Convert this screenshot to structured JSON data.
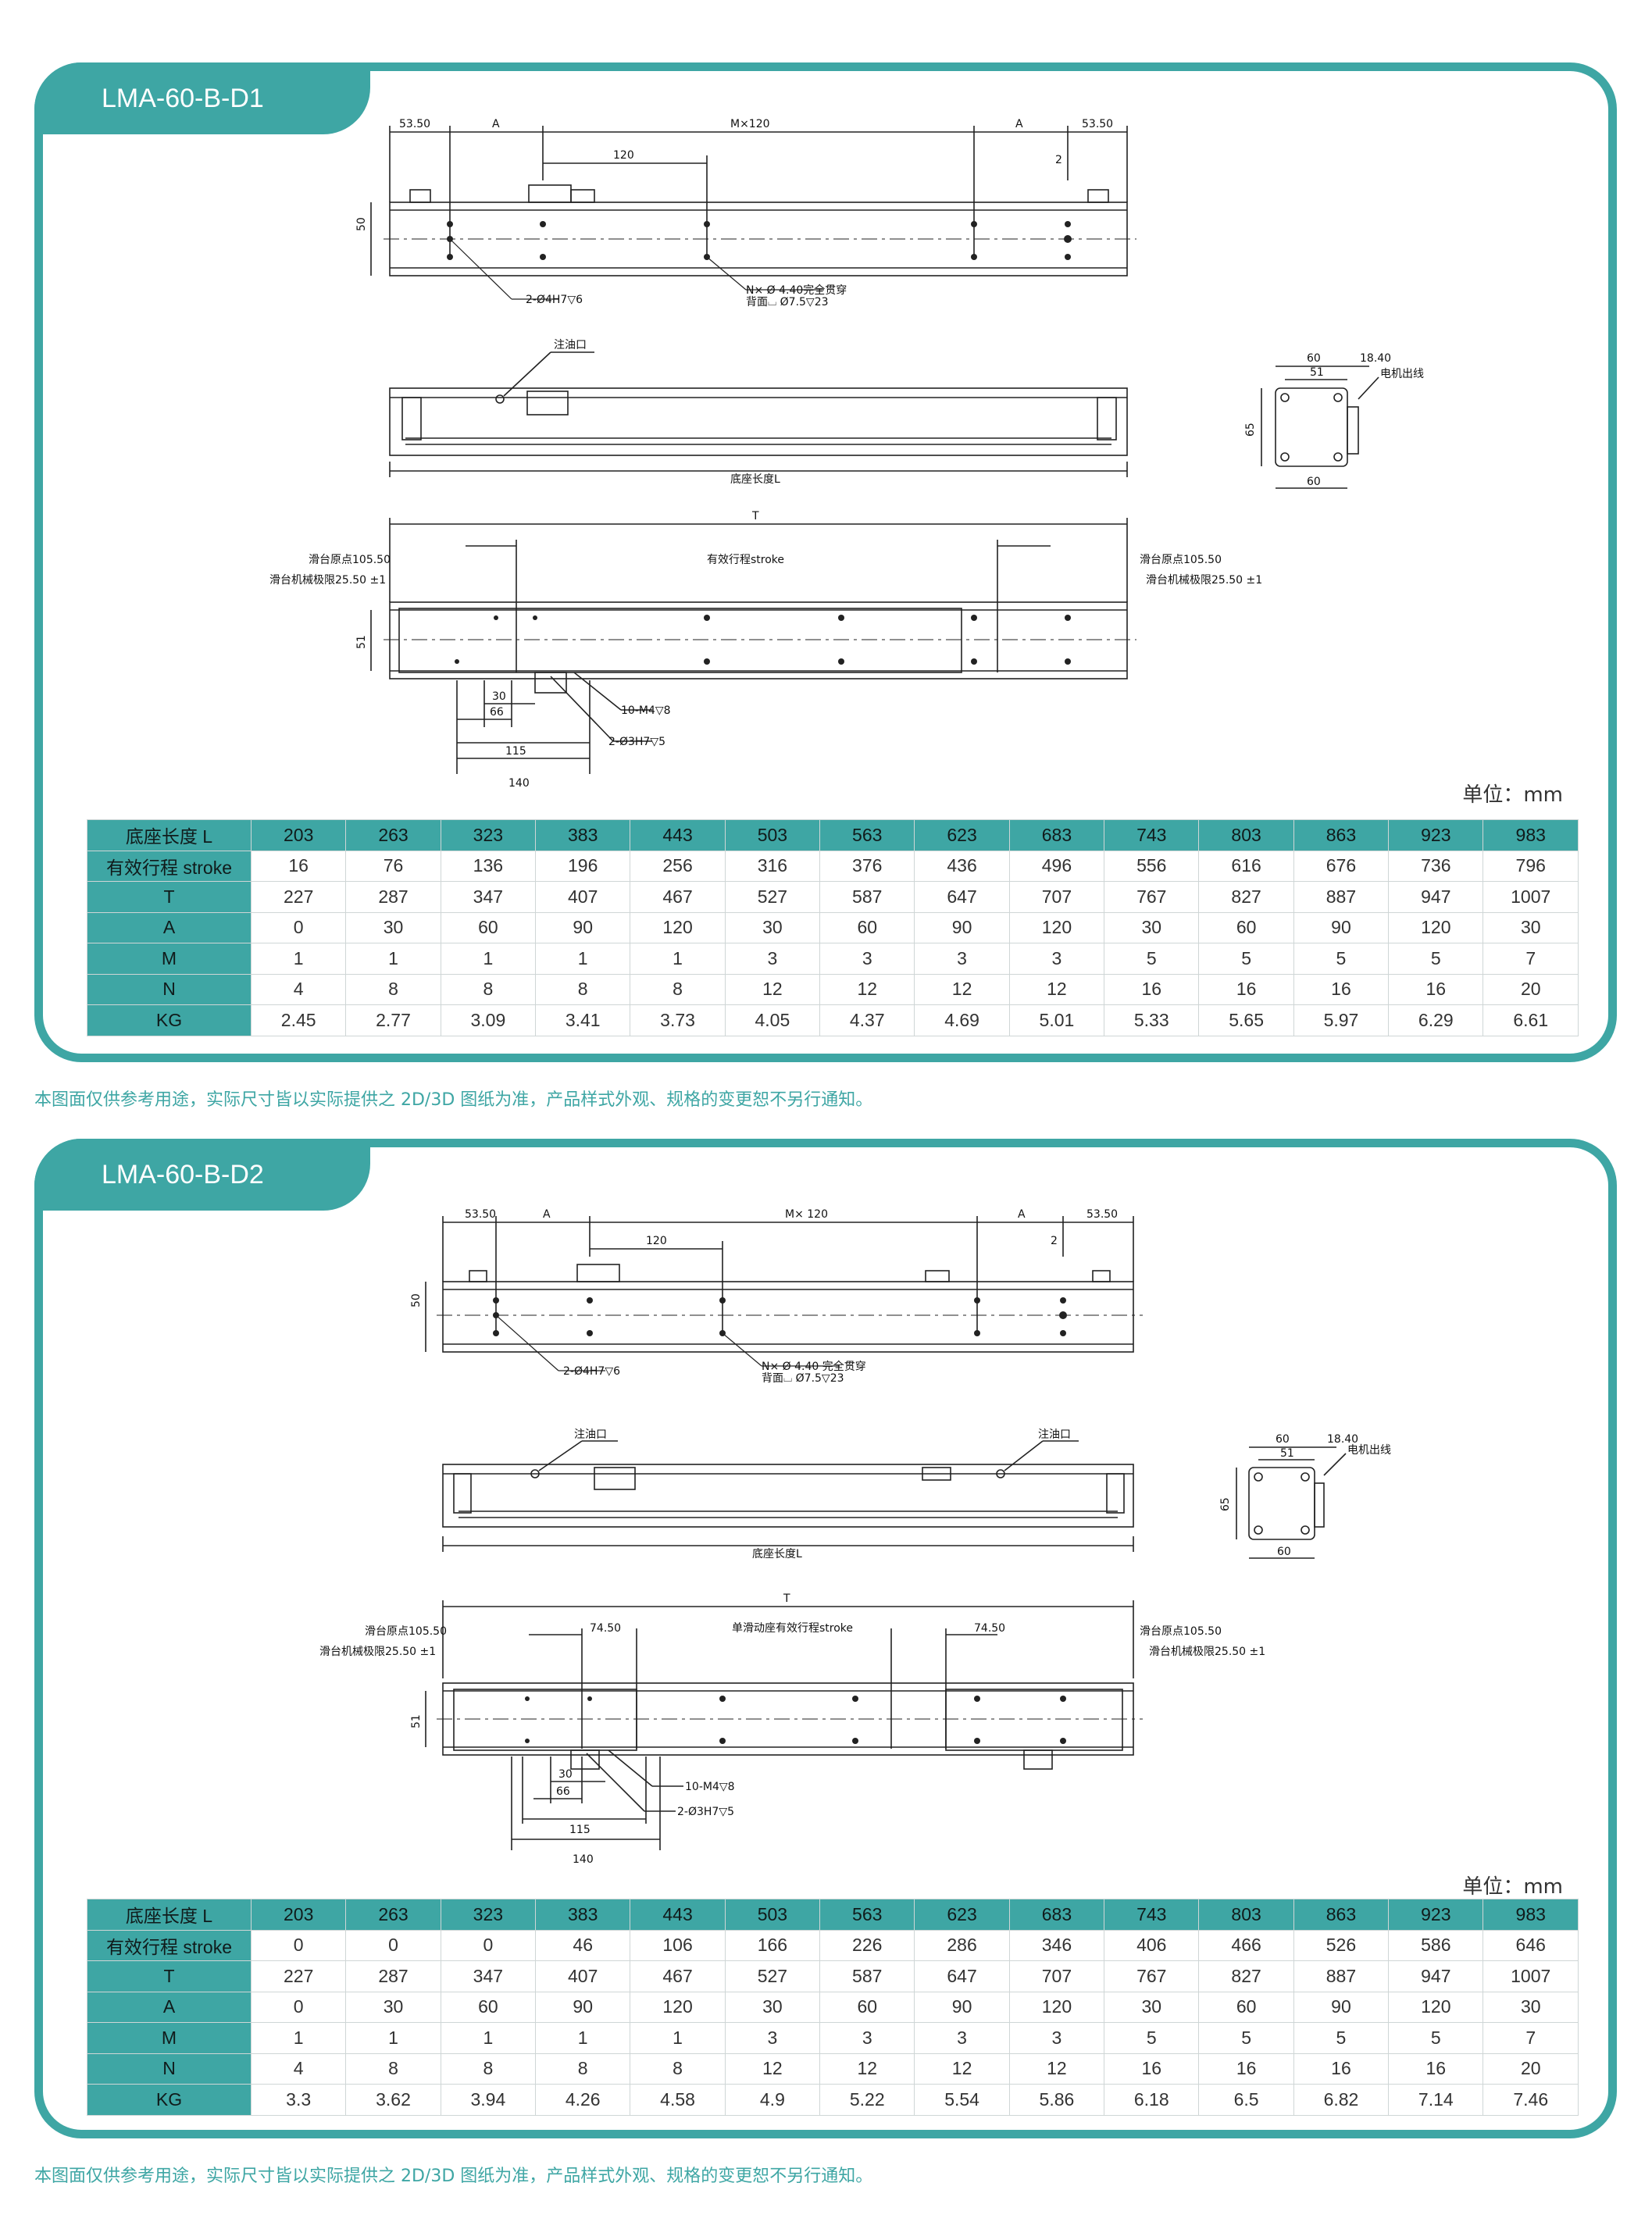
{
  "sections": [
    {
      "model": "LMA-60-B-D1",
      "unit": "单位：mm",
      "labels": {
        "dim_53_left": "53.50",
        "dim_A_left": "A",
        "dim_M": "M×120",
        "dim_A_right": "A",
        "dim_53_right": "53.50",
        "dim_120": "120",
        "dim_2": "2",
        "dim_50": "50",
        "hole_2": "2-Ø4H7▽6",
        "hole_N": "N× Ø 4.40完全贯穿",
        "hole_N_back": "背面⌴ Ø7.5▽23",
        "oil": "注油口",
        "base_len": "底座长度L",
        "end_60_top": "60",
        "end_51": "51",
        "end_18": "18.40",
        "end_motor": "电机出线",
        "end_65": "65",
        "end_60_bottom": "60",
        "dim_T": "T",
        "origin_left": "滑台原点105.50",
        "limit_left": "滑台机械极限25.50 ±1",
        "stroke": "有效行程stroke",
        "origin_right": "滑台原点105.50",
        "limit_right": "滑台机械极限25.50 ±1",
        "dim_51": "51",
        "dim_30": "30",
        "dim_66": "66",
        "dim_115": "115",
        "dim_140": "140",
        "m4": "10-M4▽8",
        "h3": "2-Ø3H7▽5"
      },
      "table": {
        "rows": [
          {
            "label": "底座长度 L",
            "values": [
              "203",
              "263",
              "323",
              "383",
              "443",
              "503",
              "563",
              "623",
              "683",
              "743",
              "803",
              "863",
              "923",
              "983"
            ]
          },
          {
            "label": "有效行程 stroke",
            "values": [
              "16",
              "76",
              "136",
              "196",
              "256",
              "316",
              "376",
              "436",
              "496",
              "556",
              "616",
              "676",
              "736",
              "796"
            ]
          },
          {
            "label": "T",
            "values": [
              "227",
              "287",
              "347",
              "407",
              "467",
              "527",
              "587",
              "647",
              "707",
              "767",
              "827",
              "887",
              "947",
              "1007"
            ]
          },
          {
            "label": "A",
            "values": [
              "0",
              "30",
              "60",
              "90",
              "120",
              "30",
              "60",
              "90",
              "120",
              "30",
              "60",
              "90",
              "120",
              "30"
            ]
          },
          {
            "label": "M",
            "values": [
              "1",
              "1",
              "1",
              "1",
              "1",
              "3",
              "3",
              "3",
              "3",
              "5",
              "5",
              "5",
              "5",
              "7"
            ]
          },
          {
            "label": "N",
            "values": [
              "4",
              "8",
              "8",
              "8",
              "8",
              "12",
              "12",
              "12",
              "12",
              "16",
              "16",
              "16",
              "16",
              "20"
            ]
          },
          {
            "label": "KG",
            "values": [
              "2.45",
              "2.77",
              "3.09",
              "3.41",
              "3.73",
              "4.05",
              "4.37",
              "4.69",
              "5.01",
              "5.33",
              "5.65",
              "5.97",
              "6.29",
              "6.61"
            ]
          }
        ]
      },
      "note": "本图面仅供参考用途，实际尺寸皆以实际提供之 2D/3D 图纸为准，产品样式外观、规格的变更恕不另行通知。"
    },
    {
      "model": "LMA-60-B-D2",
      "unit": "单位：mm",
      "labels": {
        "dim_53_left": "53.50",
        "dim_A_left": "A",
        "dim_M": "M× 120",
        "dim_A_right": "A",
        "dim_53_right": "53.50",
        "dim_120": "120",
        "dim_2": "2",
        "dim_50": "50",
        "hole_2": "2-Ø4H7▽6",
        "hole_N": "N× Ø 4.40 完全贯穿",
        "hole_N_back": "背面⌴ Ø7.5▽23",
        "oil": "注油口",
        "oil2": "注油口",
        "base_len": "底座长度L",
        "end_60_top": "60",
        "end_51": "51",
        "end_18": "18.40",
        "end_motor": "电机出线",
        "end_65": "65",
        "end_60_bottom": "60",
        "dim_T": "T",
        "origin_left": "滑台原点105.50",
        "limit_left": "滑台机械极限25.50 ±1",
        "dim_7450_left": "74.50",
        "stroke": "单滑动座有效行程stroke",
        "dim_7450_right": "74.50",
        "origin_right": "滑台原点105.50",
        "limit_right": "滑台机械极限25.50 ±1",
        "dim_51": "51",
        "dim_30": "30",
        "dim_66": "66",
        "dim_115": "115",
        "dim_140": "140",
        "m4": "10-M4▽8",
        "h3": "2-Ø3H7▽5"
      },
      "table": {
        "rows": [
          {
            "label": "底座长度 L",
            "values": [
              "203",
              "263",
              "323",
              "383",
              "443",
              "503",
              "563",
              "623",
              "683",
              "743",
              "803",
              "863",
              "923",
              "983"
            ]
          },
          {
            "label": "有效行程 stroke",
            "values": [
              "0",
              "0",
              "0",
              "46",
              "106",
              "166",
              "226",
              "286",
              "346",
              "406",
              "466",
              "526",
              "586",
              "646"
            ]
          },
          {
            "label": "T",
            "values": [
              "227",
              "287",
              "347",
              "407",
              "467",
              "527",
              "587",
              "647",
              "707",
              "767",
              "827",
              "887",
              "947",
              "1007"
            ]
          },
          {
            "label": "A",
            "values": [
              "0",
              "30",
              "60",
              "90",
              "120",
              "30",
              "60",
              "90",
              "120",
              "30",
              "60",
              "90",
              "120",
              "30"
            ]
          },
          {
            "label": "M",
            "values": [
              "1",
              "1",
              "1",
              "1",
              "1",
              "3",
              "3",
              "3",
              "3",
              "5",
              "5",
              "5",
              "5",
              "7"
            ]
          },
          {
            "label": "N",
            "values": [
              "4",
              "8",
              "8",
              "8",
              "8",
              "12",
              "12",
              "12",
              "12",
              "16",
              "16",
              "16",
              "16",
              "20"
            ]
          },
          {
            "label": "KG",
            "values": [
              "3.3",
              "3.62",
              "3.94",
              "4.26",
              "4.58",
              "4.9",
              "5.22",
              "5.54",
              "5.86",
              "6.18",
              "6.5",
              "6.82",
              "7.14",
              "7.46"
            ]
          }
        ]
      },
      "note": "本图面仅供参考用途，实际尺寸皆以实际提供之 2D/3D 图纸为准，产品样式外观、规格的变更恕不另行通知。"
    }
  ]
}
